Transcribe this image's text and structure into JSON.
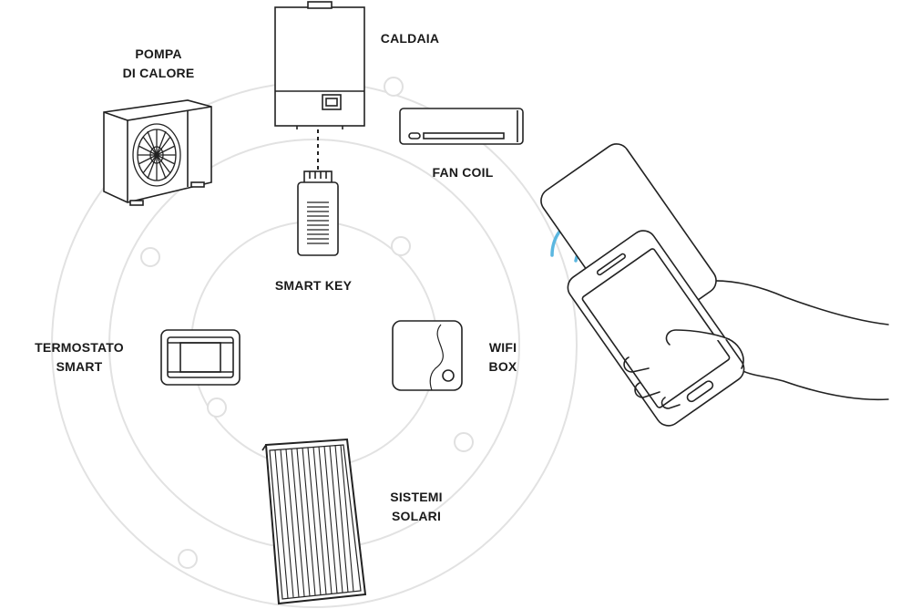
{
  "labels": {
    "pompa_line1": "POMPA",
    "pompa_line2": "DI CALORE",
    "caldaia": "CALDAIA",
    "fan_coil": "FAN COIL",
    "smart_key": "SMART KEY",
    "termostato_line1": "TERMOSTATO",
    "termostato_line2": "SMART",
    "wifi_line1": "WIFI",
    "wifi_line2": "BOX",
    "sistemi_line1": "SISTEMI",
    "sistemi_line2": "SOLARI"
  },
  "colors": {
    "ring": "#e2e2e2",
    "stroke": "#222222",
    "wifi_waves": "#5bb7e0"
  },
  "icons": [
    "heat-pump-icon",
    "boiler-icon",
    "fan-coil-icon",
    "smart-key-icon",
    "smart-thermostat-icon",
    "wifi-box-icon",
    "solar-panel-icon",
    "smartphone-hand-icon",
    "wireless-signal-icon"
  ]
}
